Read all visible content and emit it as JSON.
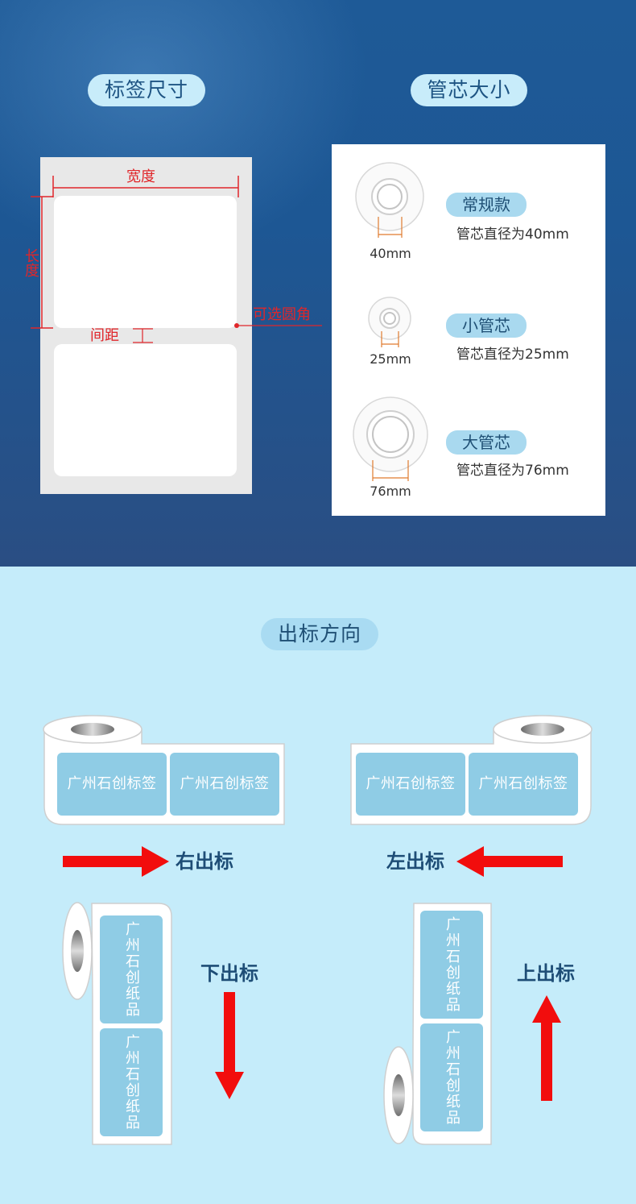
{
  "sections": {
    "label_size_title": "标签尺寸",
    "core_size_title": "管芯大小",
    "output_direction_title": "出标方向"
  },
  "label_diagram": {
    "width_label": "宽度",
    "length_label": "长度",
    "gap_label": "间距",
    "corner_label": "可选圆角"
  },
  "cores": [
    {
      "tag": "常规款",
      "desc": "管芯直径为40mm",
      "size": "40mm"
    },
    {
      "tag": "小管芯",
      "desc": "管芯直径为25mm",
      "size": "25mm"
    },
    {
      "tag": "大管芯",
      "desc": "管芯直径为76mm",
      "size": "76mm"
    }
  ],
  "directions": {
    "right": "右出标",
    "left": "左出标",
    "down": "下出标",
    "up": "上出标"
  },
  "roll_label_text_horizontal": "广州石创标签",
  "roll_label_text_vertical": "广州石创纸品",
  "colors": {
    "top_bg": "#1d5794",
    "bottom_bg": "#c5ecfa",
    "pill_bg": "#c8ecfa",
    "label_blue": "#8fcce5",
    "arrow_red": "#f20d0d",
    "dimension_red": "#e0262a"
  }
}
